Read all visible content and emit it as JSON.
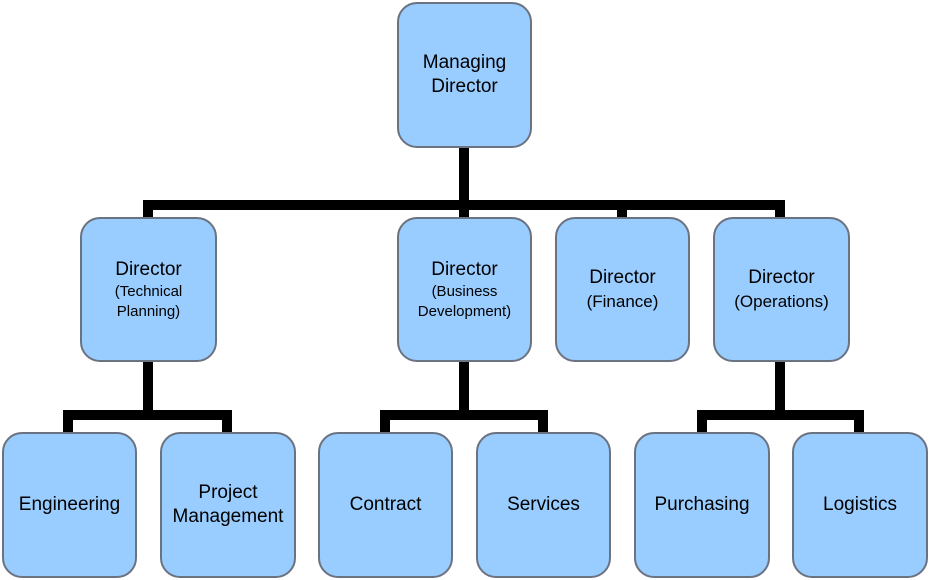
{
  "nodes": {
    "md": {
      "title": "Managing Director"
    },
    "tech": {
      "title": "Director",
      "sub": "(Technical Planning)"
    },
    "bizdev": {
      "title": "Director",
      "sub": "(Business Development)"
    },
    "finance": {
      "title": "Director",
      "sub": "(Finance)"
    },
    "ops": {
      "title": "Director",
      "sub": "(Operations)"
    },
    "engineering": {
      "title": "Engineering"
    },
    "pm": {
      "title": "Project Management"
    },
    "contract": {
      "title": "Contract"
    },
    "services": {
      "title": "Services"
    },
    "purchasing": {
      "title": "Purchasing"
    },
    "logistics": {
      "title": "Logistics"
    }
  },
  "colors": {
    "box_fill": "#99ccff",
    "box_border": "#6b7280",
    "connector": "#000000"
  }
}
